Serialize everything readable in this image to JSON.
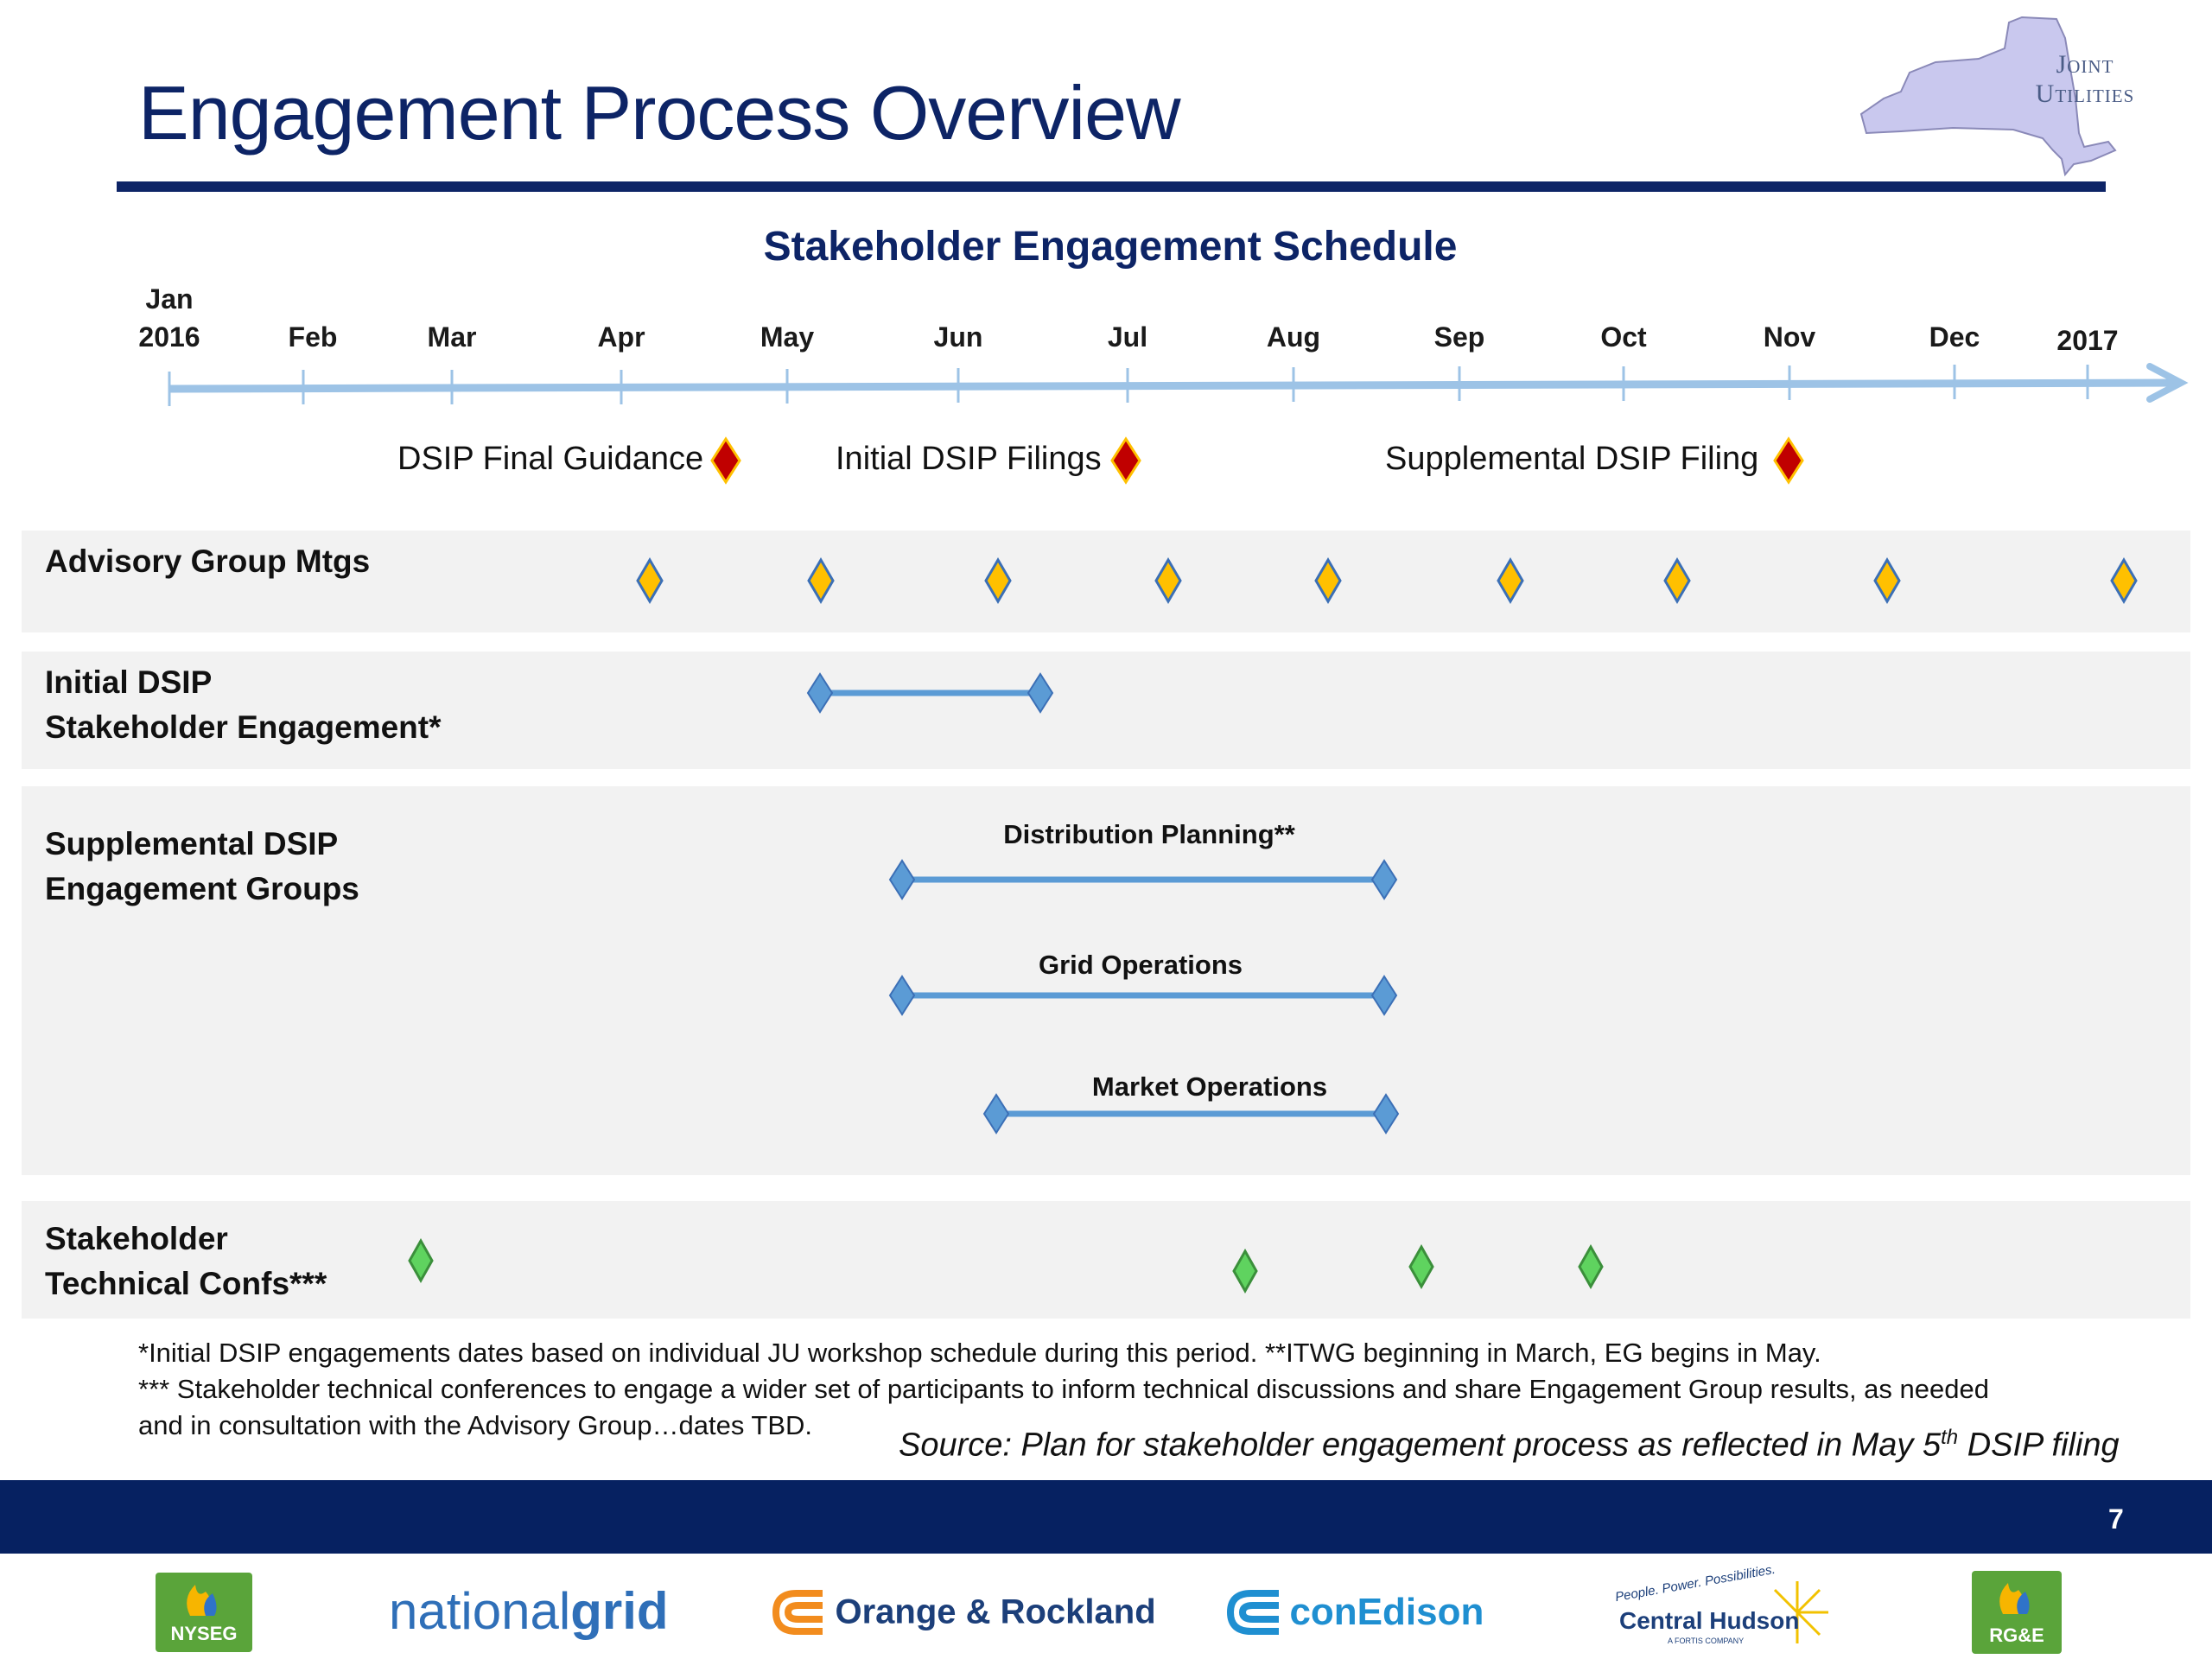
{
  "page": {
    "title": "Engagement Process Overview",
    "logo_text": [
      "Joint",
      "Utilities"
    ],
    "schedule_title": "Stakeholder Engagement Schedule",
    "timeline": {
      "months": [
        {
          "id": "jan",
          "label": "Jan",
          "year": "2016"
        },
        {
          "id": "feb",
          "label": "Feb"
        },
        {
          "id": "mar",
          "label": "Mar"
        },
        {
          "id": "apr",
          "label": "Apr"
        },
        {
          "id": "may",
          "label": "May"
        },
        {
          "id": "jun",
          "label": "Jun"
        },
        {
          "id": "jul",
          "label": "Jul"
        },
        {
          "id": "aug",
          "label": "Aug"
        },
        {
          "id": "sep",
          "label": "Sep"
        },
        {
          "id": "oct",
          "label": "Oct"
        },
        {
          "id": "nov",
          "label": "Nov"
        },
        {
          "id": "dec",
          "label": "Dec"
        },
        {
          "id": "end",
          "label": "2017"
        }
      ],
      "milestones": [
        {
          "label": "DSIP Final Guidance",
          "month": "Apr"
        },
        {
          "label": "Initial DSIP Filings",
          "month": "Jul"
        },
        {
          "label": "Supplemental DSIP Filing",
          "month": "Nov"
        }
      ],
      "milestone_color": "#c00000"
    },
    "rows": [
      {
        "id": "advisory",
        "label_lines": [
          "Advisory Group Mtgs"
        ],
        "marker_color": "#ffc000",
        "meetings": [
          "Apr",
          "May",
          "Jun",
          "Jul",
          "Aug",
          "Sep",
          "Oct",
          "Nov",
          "Jan 2017"
        ]
      },
      {
        "id": "initial",
        "label_lines": [
          "Initial DSIP",
          "Stakeholder Engagement*"
        ],
        "marker_color": "#5b9bd5",
        "span": {
          "start": "May",
          "end": "Jun"
        }
      },
      {
        "id": "supplemental",
        "label_lines": [
          "Supplemental DSIP",
          "Engagement Groups"
        ],
        "marker_color": "#5b9bd5",
        "groups": [
          {
            "label": "Distribution Planning**",
            "start": "May",
            "end": "Aug"
          },
          {
            "label": "Grid Operations",
            "start": "May",
            "end": "Aug"
          },
          {
            "label": "Market Operations",
            "start": "Jun",
            "end": "Aug"
          }
        ]
      },
      {
        "id": "techconf",
        "label_lines": [
          "Stakeholder",
          "Technical Confs***"
        ],
        "marker_color": "#5fd35f",
        "conferences": [
          "Feb",
          "Jul",
          "Aug",
          "Sep"
        ]
      }
    ],
    "notes": [
      "*Initial DSIP engagements dates based on individual JU workshop schedule during this period. **ITWG beginning in March, EG begins in May.",
      "*** Stakeholder technical conferences to engage a wider set of participants to inform technical discussions and share Engagement Group results, as needed",
      "and in consultation with the Advisory Group…dates TBD."
    ],
    "source": {
      "prefix": "Source: Plan for stakeholder engagement process as reflected in May 5",
      "sup": "th",
      "suffix": " DSIP filing"
    },
    "page_number": "7",
    "brands": {
      "nyseg": "NYSEG",
      "national_grid_a": "national",
      "national_grid_b": "grid",
      "orange_rockland": "Orange & Rockland",
      "con_edison": "conEdison",
      "central_hudson_tag": "People. Power. Possibilities.",
      "central_hudson": "Central Hudson",
      "central_hudson_sub": "A FORTIS COMPANY",
      "rge": "RG&E"
    }
  }
}
